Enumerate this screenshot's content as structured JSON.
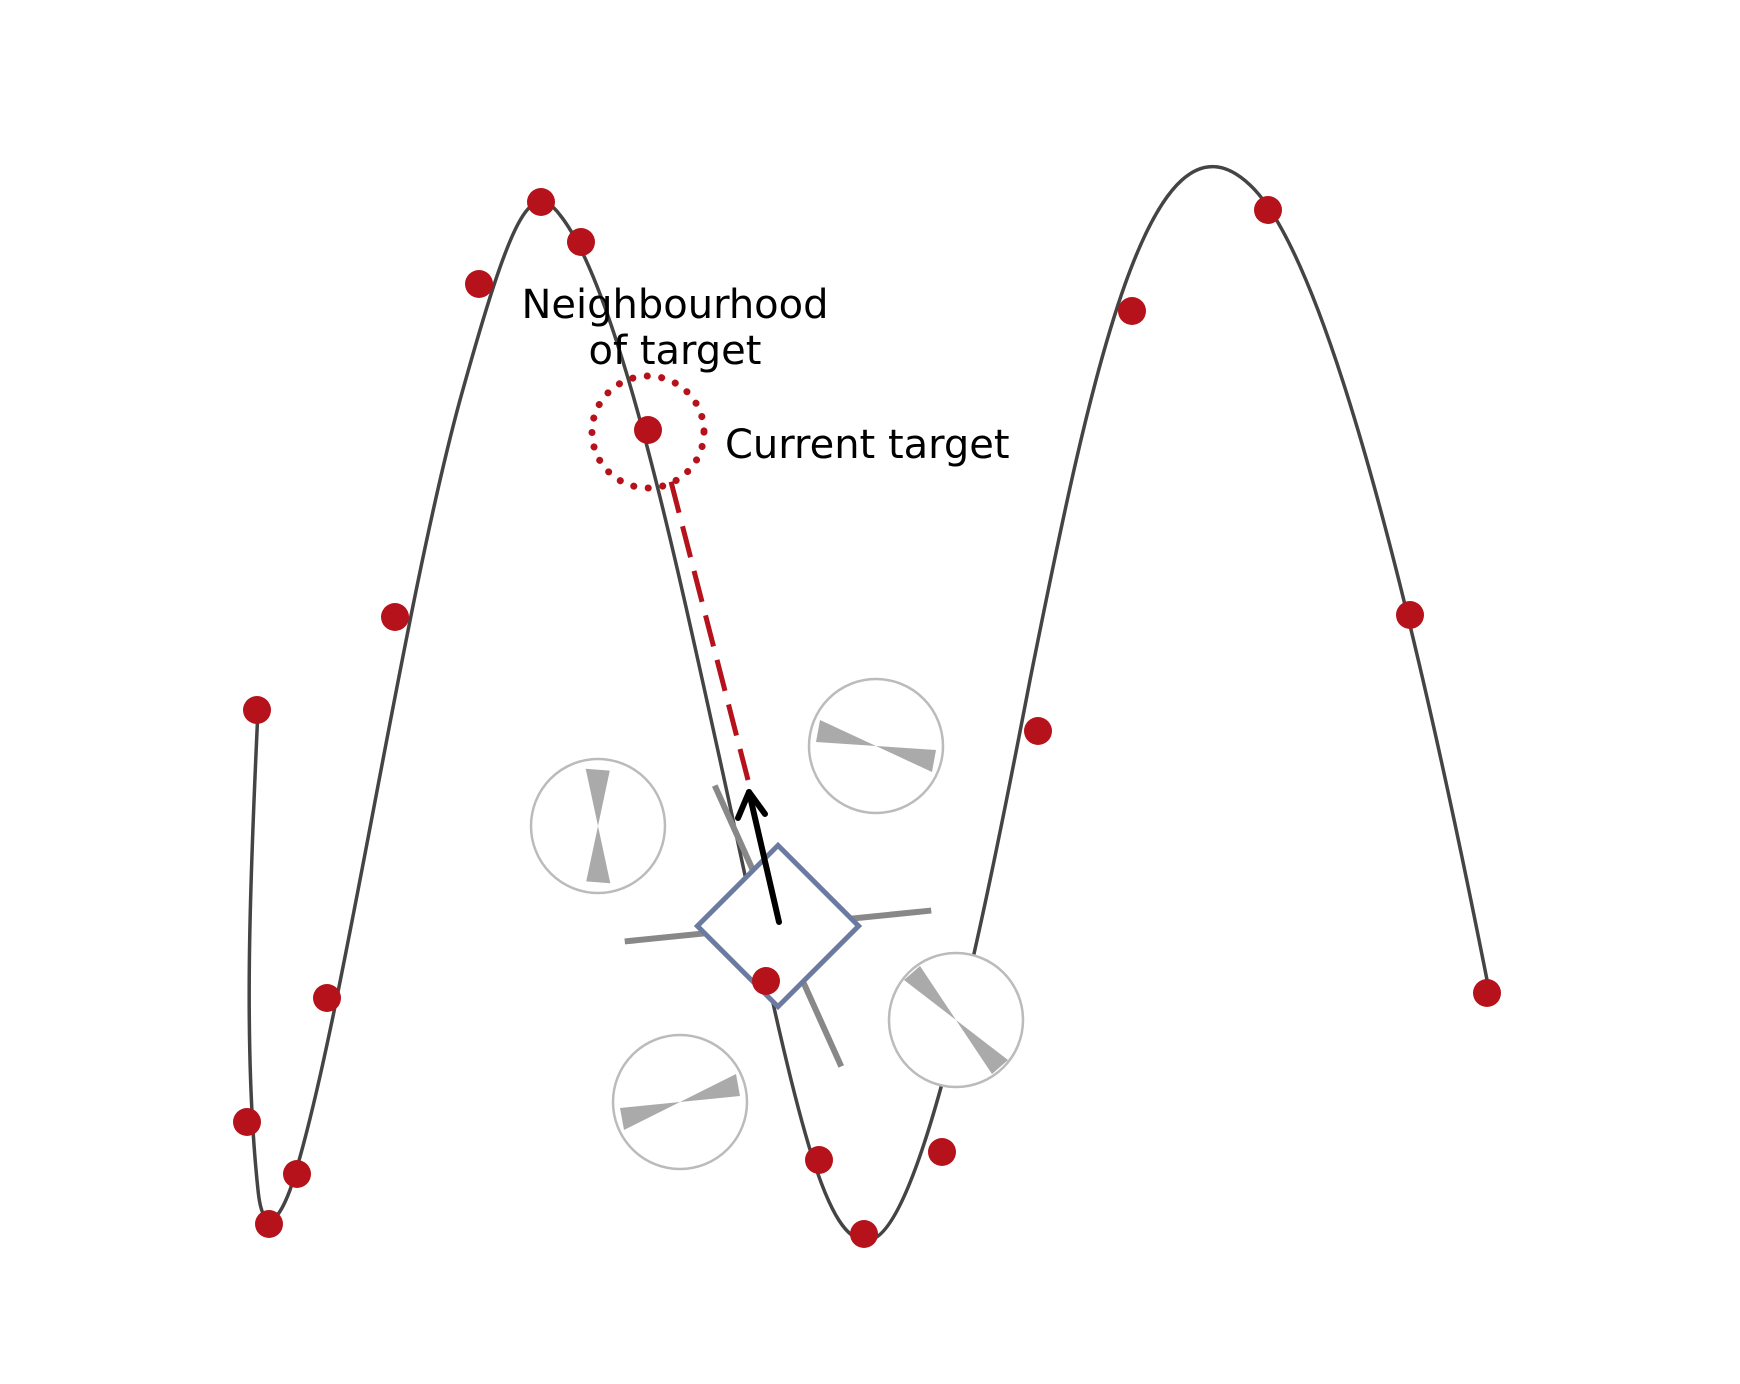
{
  "labels": {
    "neighbourhood_line1": "Neighbourhood",
    "neighbourhood_line2": "of target",
    "current_target": "Current target"
  },
  "colors": {
    "path": "#444444",
    "waypoint": "#b5121b",
    "drone_body": "#6b7aa1",
    "drone_arm": "#888888",
    "rotor_outline": "#bbbbbb",
    "propeller": "#aaaaaa",
    "heading_arrow": "#000000",
    "label_text": "#000000"
  }
}
